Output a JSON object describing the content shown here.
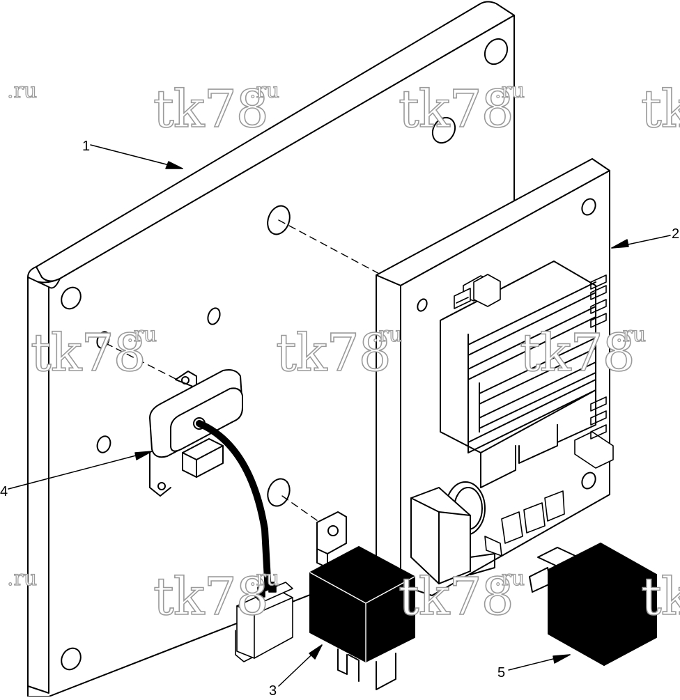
{
  "watermark": {
    "main": "tk78",
    "suffix": ".ru"
  },
  "callouts": [
    {
      "id": "1",
      "label": "1"
    },
    {
      "id": "2",
      "label": "2"
    },
    {
      "id": "3",
      "label": "3"
    },
    {
      "id": "4",
      "label": "4"
    },
    {
      "id": "5",
      "label": "5"
    }
  ],
  "colors": {
    "line": "#000000",
    "relay_body": "#000000",
    "watermark": "#9a9a9a",
    "background": "#ffffff"
  }
}
